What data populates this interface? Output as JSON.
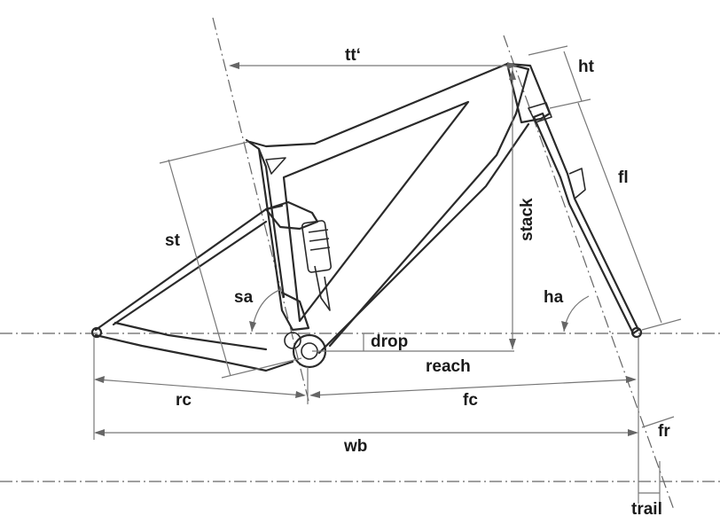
{
  "labels": {
    "tt": "tt‘",
    "ht": "ht",
    "st": "st",
    "stack": "stack",
    "fl": "fl",
    "sa": "sa",
    "ha": "ha",
    "drop": "drop",
    "reach": "reach",
    "rc": "rc",
    "fc": "fc",
    "fr": "fr",
    "wb": "wb",
    "trail": "trail"
  },
  "colors": {
    "line": "#2a2a2a",
    "dimension": "#777777",
    "background": "#ffffff"
  }
}
